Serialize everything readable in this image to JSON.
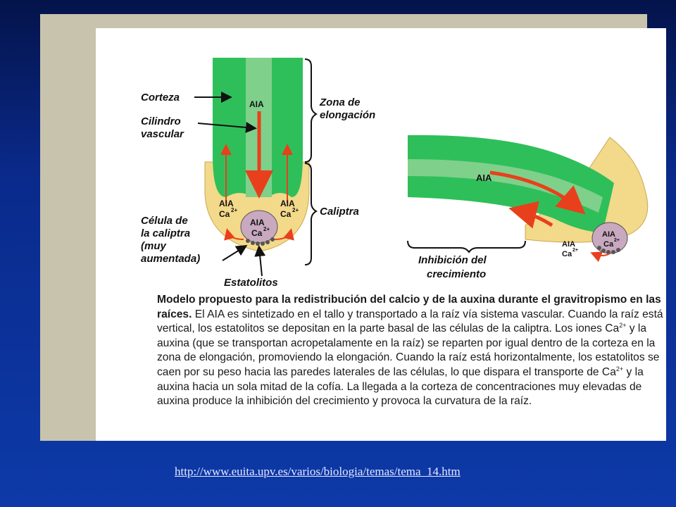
{
  "figure": {
    "left_diagram": {
      "label_corteza": "Corteza",
      "label_cilindro_1": "Cilindro",
      "label_cilindro_2": "vascular",
      "label_celula_1": "Célula de",
      "label_celula_2": "la caliptra",
      "label_celula_3": "(muy",
      "label_celula_4": "aumentada)",
      "label_estatolitos": "Estatolitos",
      "label_zona_1": "Zona de",
      "label_zona_2": "elongación",
      "label_caliptra": "Caliptra",
      "aia_top": "AIA",
      "aia_left": "AIA",
      "ca_left": "Ca",
      "aia_right": "AIA",
      "ca_right": "Ca",
      "aia_center": "AIA",
      "ca_center": "Ca",
      "ion_charge": "2+"
    },
    "right_diagram": {
      "aia_main": "AIA",
      "aia_cell": "AIA",
      "ca_cell": "Ca",
      "aia_bottom": "AIA",
      "ca_bottom": "Ca",
      "ion_charge": "2+",
      "label_inhibicion_1": "Inhibición del",
      "label_inhibicion_2": "crecimiento"
    }
  },
  "caption": {
    "title": "Modelo propuesto para la redistribución del calcio y de la auxina durante el gravitropismo en las raíces.",
    "part1": " El AIA es sintetizado en el tallo y transportado a la raíz vía sistema vascular. Cuando la raíz está vertical, los estatolitos se depositan en la parte basal de las células de la caliptra. Los iones Ca",
    "sup1": "2+",
    "part2": " y la auxina (que se transportan acropetalamente en la raíz) se reparten por igual dentro de la corteza en la zona de elongación, promoviendo la elongación. Cuando la raíz está horizontalmente, los estatolitos se caen por su peso hacia las paredes laterales de las células, lo que dispara el transporte de Ca",
    "sup2": "2+",
    "part3": " y la auxina hacia un sola mitad de la cofía. La llegada a la corteza de concentraciones muy elevadas de auxina produce la inhibición del crecimiento y provoca la curvatura de la raíz."
  },
  "footer": {
    "url": "http://www.euita.upv.es/varios/biologia/temas/tema_14.htm"
  },
  "colors": {
    "slide_background": "#0a2a8c",
    "frame": "#c8c3ac",
    "cortex_green": "#2fbf5a",
    "vascular_green": "#7fd08a",
    "caliptra_yellow": "#f3d98a",
    "arrow_red": "#e8401c",
    "cell_purple": "#c9a9c0"
  }
}
